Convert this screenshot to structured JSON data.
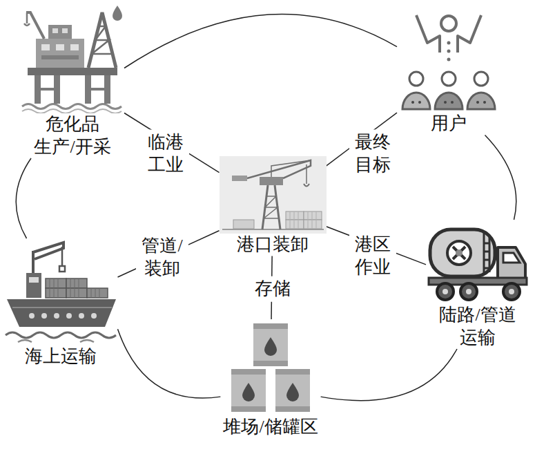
{
  "diagram": {
    "nodes": [
      {
        "text": [
          "危化品 生产/开采"
        ]
      },
      {
        "text": [
          "用户"
        ]
      },
      {
        "text": [
          "港口装卸"
        ]
      },
      {
        "text": [
          "海上运输"
        ]
      },
      {
        "text": [
          "陆路/管道 运输"
        ]
      },
      {
        "text": [
          "堆场/储罐区"
        ]
      }
    ],
    "edges": [
      {
        "from": 0,
        "to": 1,
        "arrow": "none"
      },
      {
        "from": 1,
        "to": 4,
        "arrow": "none"
      },
      {
        "from": 4,
        "to": 5,
        "arrow": "none"
      },
      {
        "from": 5,
        "to": 3,
        "arrow": "none"
      },
      {
        "from": 3,
        "to": 0,
        "arrow": "none"
      },
      {
        "from": 2,
        "to": 0,
        "label": "临港 工业",
        "arrow": "none"
      },
      {
        "from": 2,
        "to": 1,
        "label": "最终 目标",
        "arrow": "none"
      },
      {
        "from": 2,
        "to": 4,
        "label": "港区 作业",
        "arrow": "none"
      },
      {
        "from": 2,
        "to": 5,
        "label": "存储",
        "arrow": "none"
      },
      {
        "from": 2,
        "to": 3,
        "label": "管道/ 装卸",
        "arrow": "none"
      }
    ]
  }
}
